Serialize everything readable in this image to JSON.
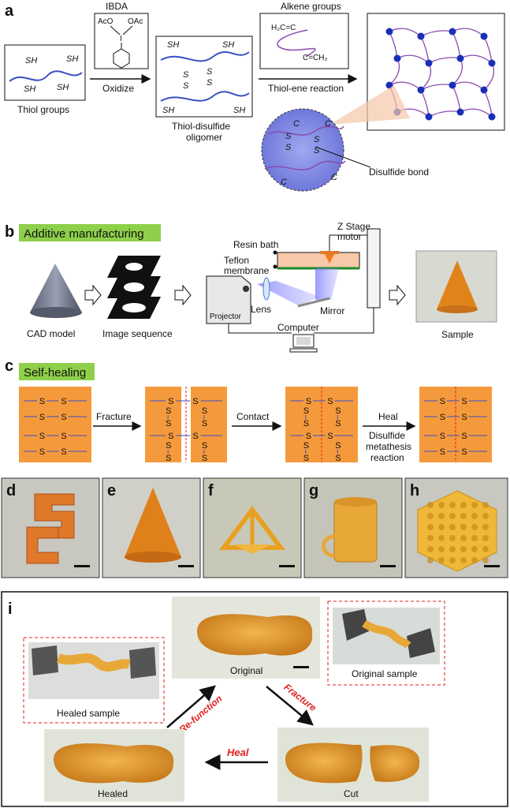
{
  "panel_a": {
    "label": "a",
    "thiol_groups": "Thiol groups",
    "ibda": "IBDA",
    "aco": "AcO",
    "oac": "OAc",
    "oxidize": "Oxidize",
    "oligomer_line1": "Thiol-disulfide",
    "oligomer_line2": "oligomer",
    "alkene_groups": "Alkene groups",
    "h2c": "H₂C=C",
    "ch2": "C=CH₂",
    "thiolene": "Thiol-ene reaction",
    "disulfide_bond": "Disulfide bond",
    "sh": "SH",
    "s": "S",
    "c": "C"
  },
  "panel_b": {
    "label": "b",
    "title": "Additive manufacturing",
    "cad_model": "CAD model",
    "image_sequence": "Image sequence",
    "resin_bath": "Resin bath",
    "teflon_line1": "Teflon",
    "teflon_line2": "membrane",
    "z_stage_line1": "Z Stage",
    "z_stage_line2": "motor",
    "lens": "Lens",
    "mirror": "Mirror",
    "projector": "Projector",
    "computer": "Computer",
    "sample": "Sample"
  },
  "panel_c": {
    "label": "c",
    "title": "Self-healing",
    "fracture": "Fracture",
    "contact": "Contact",
    "heal": "Heal",
    "disulfide_line1": "Disulfide",
    "disulfide_line2": "metathesis",
    "reaction": "reaction"
  },
  "photos": {
    "d": "d",
    "e": "e",
    "f": "f",
    "g": "g",
    "h": "h"
  },
  "panel_i": {
    "label": "i",
    "original": "Original",
    "original_sample": "Original sample",
    "healed_sample": "Healed sample",
    "refunction": "Re-function",
    "fracture": "Fracture",
    "heal": "Heal",
    "healed": "Healed",
    "cut": "Cut"
  },
  "colors": {
    "polymer": "#3a4fc4",
    "network": "#8a4ab0",
    "node": "#1a2fb8",
    "green_label": "#8ed04a",
    "orange": "#f59a3c",
    "amber": "#e8a63a",
    "red": "#e02020"
  }
}
